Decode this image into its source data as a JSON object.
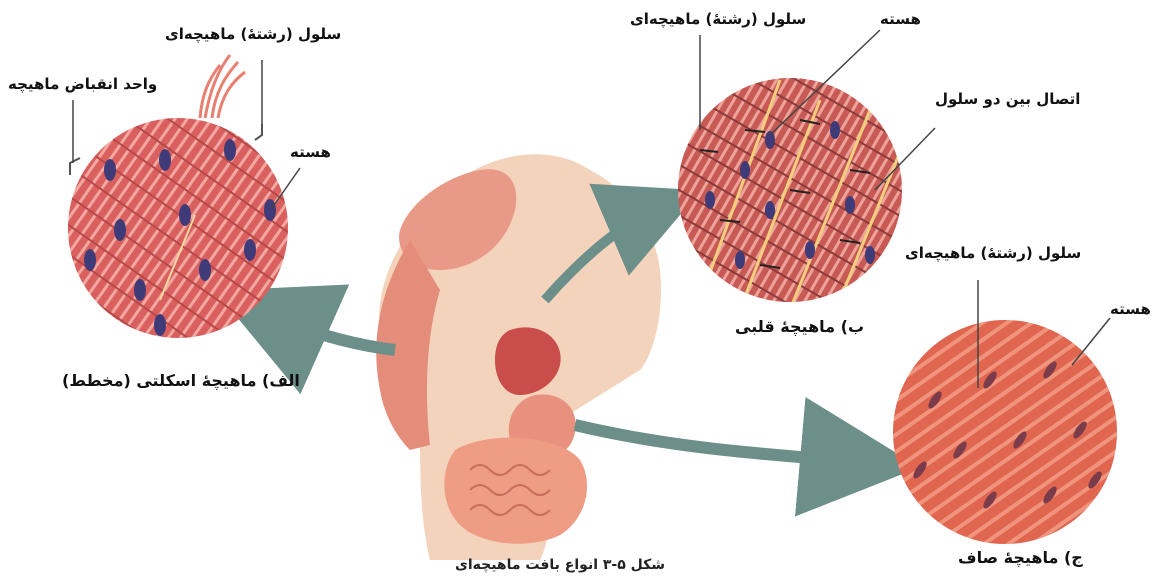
{
  "labels": {
    "skeletal": {
      "cell": "سلول (رشتهٔ) ماهیچه‌ای",
      "contraction_unit": "واحد انقباض ماهیچه",
      "nucleus": "هسته",
      "caption": "الف) ماهیچهٔ اسکلتی (مخطط)"
    },
    "cardiac": {
      "cell": "سلول (رشتهٔ) ماهیچه‌ای",
      "nucleus": "هسته",
      "junction": "اتصال بین دو سلول",
      "caption": "ب) ماهیچهٔ قلبی"
    },
    "smooth": {
      "cell": "سلول (رشتهٔ) ماهیچه‌ای",
      "nucleus": "هسته",
      "caption": "ج) ماهیچهٔ صاف"
    },
    "figure_caption": "شکل ۵-۳ انواع بافت ماهیچه‌ای"
  },
  "colors": {
    "skeletal_base": "#d9605f",
    "cardiac_base": "#c75a55",
    "smooth_base": "#e06650",
    "nucleus": "#3f3a78",
    "arrow": "#6d8f8a",
    "body": "#f0c4a8"
  }
}
